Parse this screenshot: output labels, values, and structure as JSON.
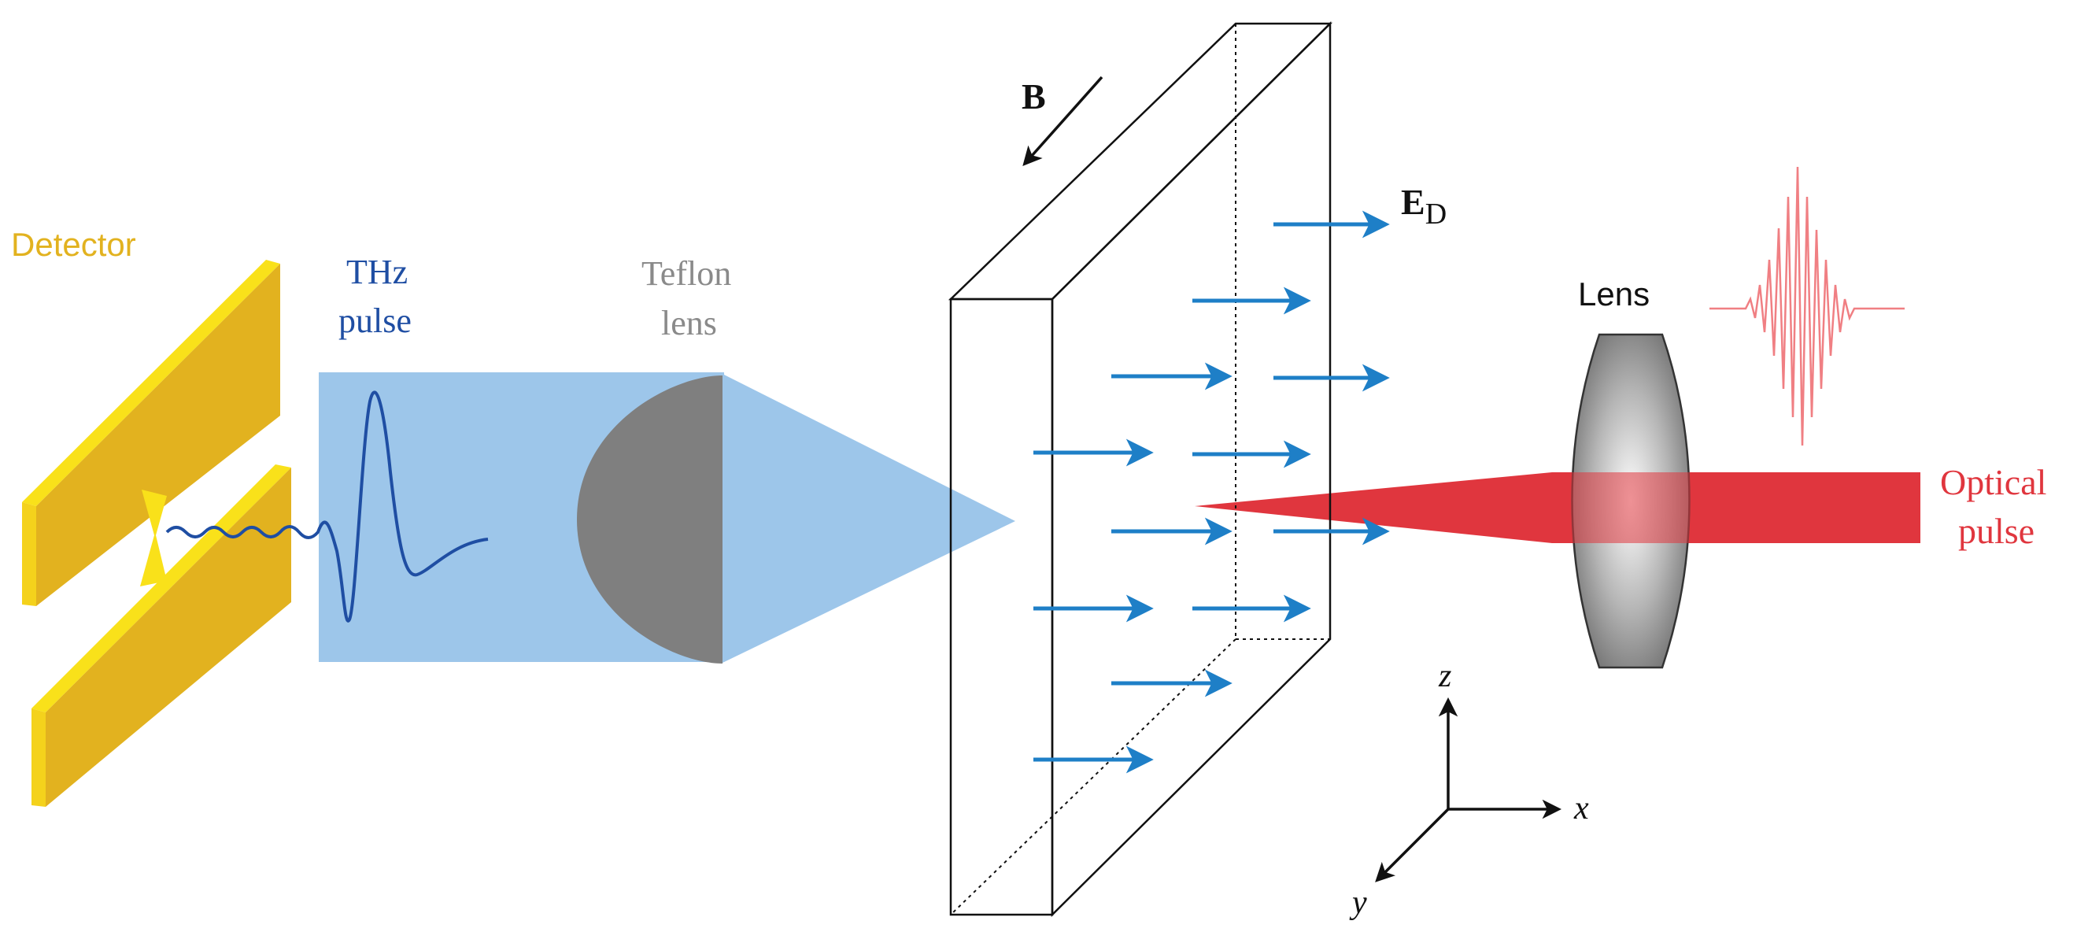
{
  "labels": {
    "detector": "Detector",
    "thz_line1": "THz",
    "thz_line2": "pulse",
    "teflon_line1": "Teflon",
    "teflon_line2": "lens",
    "magnetic_field": "B",
    "field_main": "E",
    "field_sub": "D",
    "lens": "Lens",
    "optical_line1": "Optical",
    "optical_line2": "pulse",
    "axis_z": "z",
    "axis_x": "x",
    "axis_y": "y"
  },
  "colors": {
    "detector_gold": "#E2B21F",
    "detector_edge": "#F9E11A",
    "thz_blue": "#9DC6EA",
    "thz_wave": "#1F4EA3",
    "teflon_gray": "#7F7F7F",
    "arrow_blue": "#1E7FC7",
    "optical_red": "#E0363E",
    "pulse_red": "#F07F83",
    "label_gray": "#8A8A8A",
    "ink": "#111111"
  },
  "icons": {
    "field_arrow": "arrow-right-icon",
    "b_arrow": "arrow-down-left-icon"
  }
}
